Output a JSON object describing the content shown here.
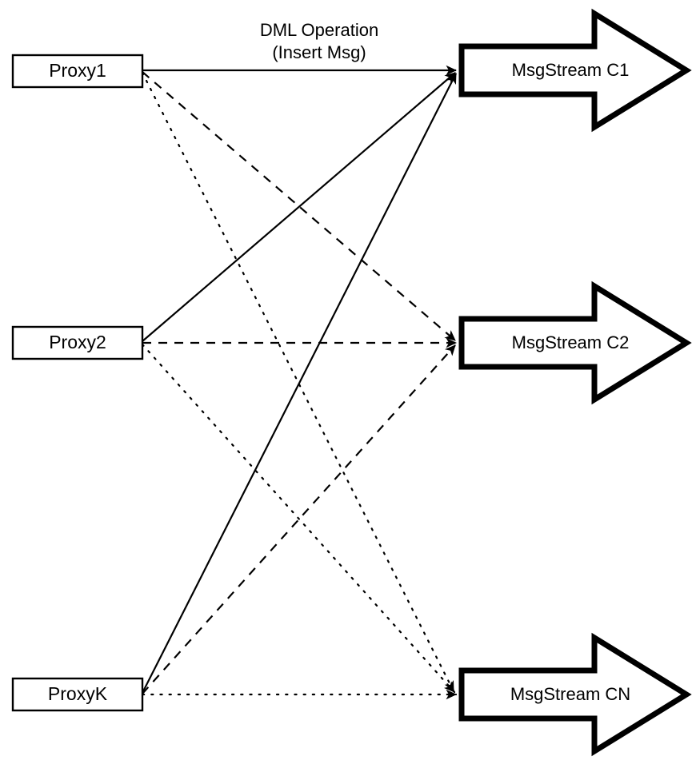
{
  "diagram": {
    "title": "Proxy to MsgStream fan-out",
    "background_color": "#ffffff",
    "stroke_color": "#000000",
    "edge_caption": {
      "line1": "DML Operation",
      "line2": "(Insert Msg)"
    },
    "proxies": [
      {
        "id": "proxy1",
        "label": "Proxy1"
      },
      {
        "id": "proxy2",
        "label": "Proxy2"
      },
      {
        "id": "proxyk",
        "label": "ProxyK"
      }
    ],
    "streams": [
      {
        "id": "c1",
        "label": "MsgStream C1"
      },
      {
        "id": "c2",
        "label": "MsgStream C2"
      },
      {
        "id": "cn",
        "label": "MsgStream CN"
      }
    ],
    "edges": [
      {
        "from": "Proxy1",
        "to": "MsgStream C1",
        "style": "solid"
      },
      {
        "from": "Proxy1",
        "to": "MsgStream C2",
        "style": "dashed"
      },
      {
        "from": "Proxy1",
        "to": "MsgStream CN",
        "style": "dotted"
      },
      {
        "from": "Proxy2",
        "to": "MsgStream C1",
        "style": "solid"
      },
      {
        "from": "Proxy2",
        "to": "MsgStream C2",
        "style": "dashed"
      },
      {
        "from": "Proxy2",
        "to": "MsgStream CN",
        "style": "dotted"
      },
      {
        "from": "ProxyK",
        "to": "MsgStream C1",
        "style": "solid"
      },
      {
        "from": "ProxyK",
        "to": "MsgStream C2",
        "style": "dashed"
      },
      {
        "from": "ProxyK",
        "to": "MsgStream CN",
        "style": "dotted"
      }
    ]
  }
}
